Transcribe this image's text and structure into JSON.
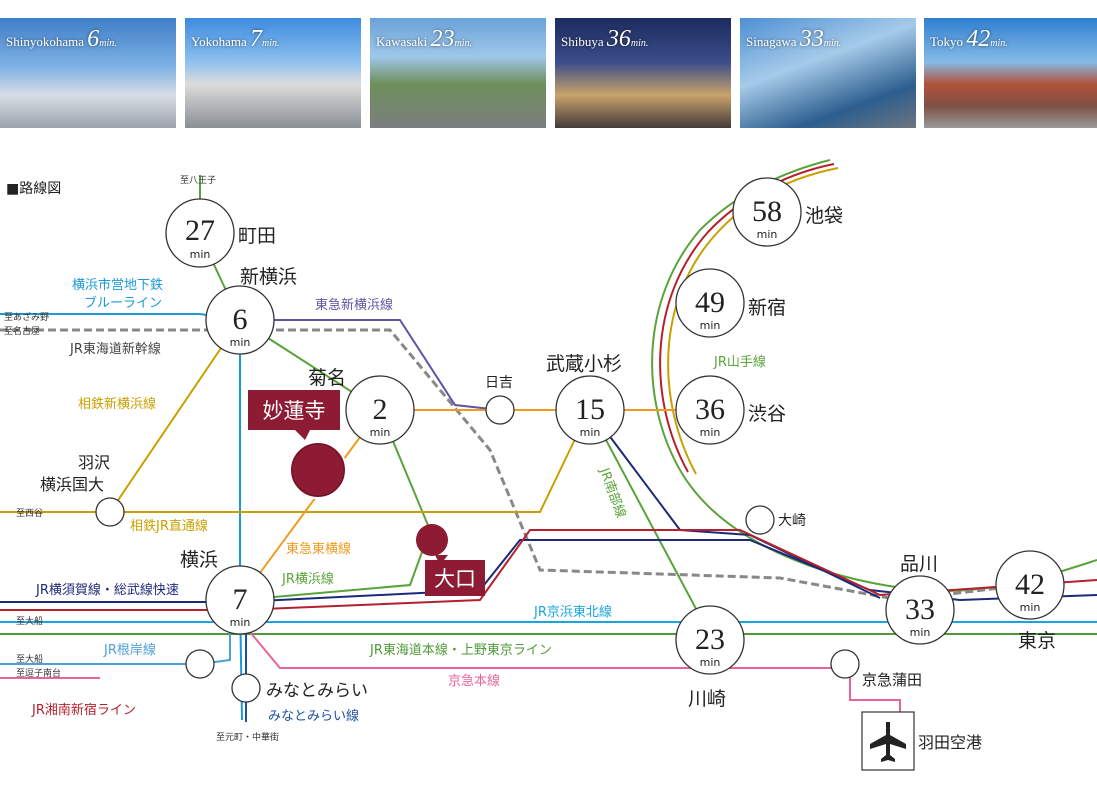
{
  "photos": [
    {
      "name": "Shinyokohama",
      "min": "6",
      "unit": "min."
    },
    {
      "name": "Yokohama",
      "min": "7",
      "unit": "min."
    },
    {
      "name": "Kawasaki",
      "min": "23",
      "unit": "min."
    },
    {
      "name": "Shibuya",
      "min": "36",
      "unit": "min."
    },
    {
      "name": "Sinagawa",
      "min": "33",
      "unit": "min."
    },
    {
      "name": "Tokyo",
      "min": "42",
      "unit": "min."
    }
  ],
  "map_title": "■路線図",
  "stations": {
    "machida": {
      "min": "27",
      "name": "町田"
    },
    "shinyokohama": {
      "min": "6",
      "name": "新横浜"
    },
    "kikuna": {
      "min": "2",
      "name": "菊名"
    },
    "musashikosugi": {
      "min": "15",
      "name": "武蔵小杉"
    },
    "shibuya": {
      "min": "36",
      "name": "渋谷"
    },
    "shinjuku": {
      "min": "49",
      "name": "新宿"
    },
    "ikebukuro": {
      "min": "58",
      "name": "池袋"
    },
    "yokohama": {
      "min": "7",
      "name": "横浜"
    },
    "kawasaki": {
      "min": "23",
      "name": "川崎"
    },
    "shinagawa": {
      "min": "33",
      "name": "品川"
    },
    "tokyo": {
      "min": "42",
      "name": "東京"
    },
    "hiyoshi": {
      "name": "日吉"
    },
    "osaki": {
      "name": "大崎"
    },
    "hazawa": {
      "name1": "羽沢",
      "name2": "横浜国大"
    },
    "minatomirai": {
      "name": "みなとみらい"
    },
    "keikyukamata": {
      "name": "京急蒲田"
    },
    "haneda": {
      "name": "羽田空港"
    },
    "myorenji": {
      "name": "妙蓮寺"
    },
    "oguchi": {
      "name": "大口"
    }
  },
  "min_unit": "min",
  "lines": {
    "blueline": {
      "name1": "横浜市営地下鉄",
      "name2": "ブルーライン",
      "color": "#1a9ad6"
    },
    "tokyu_shinyokohama": {
      "name": "東急新横浜線",
      "color": "#5d55a6"
    },
    "tokaido_shinkansen": {
      "name": "JR東海道新幹線",
      "color": "#888888"
    },
    "sotetsu_shinyokohama": {
      "name": "相鉄新横浜線",
      "color": "#c8a000"
    },
    "sotetsu_jr": {
      "name": "相鉄JR直通線",
      "color": "#c8a000"
    },
    "toyoko": {
      "name": "東急東横線",
      "color": "#f29a1f"
    },
    "yokohama_line": {
      "name": "JR横浜線",
      "color": "#5aa33a"
    },
    "yamanote": {
      "name": "JR山手線",
      "color": "#5aa33a"
    },
    "nambu": {
      "name": "JR南部線",
      "color": "#5aa33a"
    },
    "yokosuka": {
      "name": "JR横須賀線・総武線快速",
      "color": "#1d2a78"
    },
    "keihin_tohoku": {
      "name": "JR京浜東北線",
      "color": "#17a6e0"
    },
    "negishi": {
      "name": "JR根岸線",
      "color": "#4d9fd8"
    },
    "tokaido": {
      "name": "JR東海道本線・上野東京ライン",
      "color": "#4f9a3a"
    },
    "keikyu": {
      "name": "京急本線",
      "color": "#e8639b"
    },
    "shonan_shinjuku": {
      "name": "JR湘南新宿ライン",
      "color": "#b4202e"
    },
    "minatomirai_line": {
      "name": "みなとみらい線",
      "color": "#1d4fa0"
    }
  },
  "destinations": {
    "hachioji": "至八王子",
    "azamino": "至あざみ野",
    "nagoya": "至名古屋",
    "nishiya": "至西谷",
    "ofuna1": "至大船",
    "ofuna2": "至大船",
    "zushi": "至逗子南台",
    "motomachi": "至元町・中華街"
  }
}
